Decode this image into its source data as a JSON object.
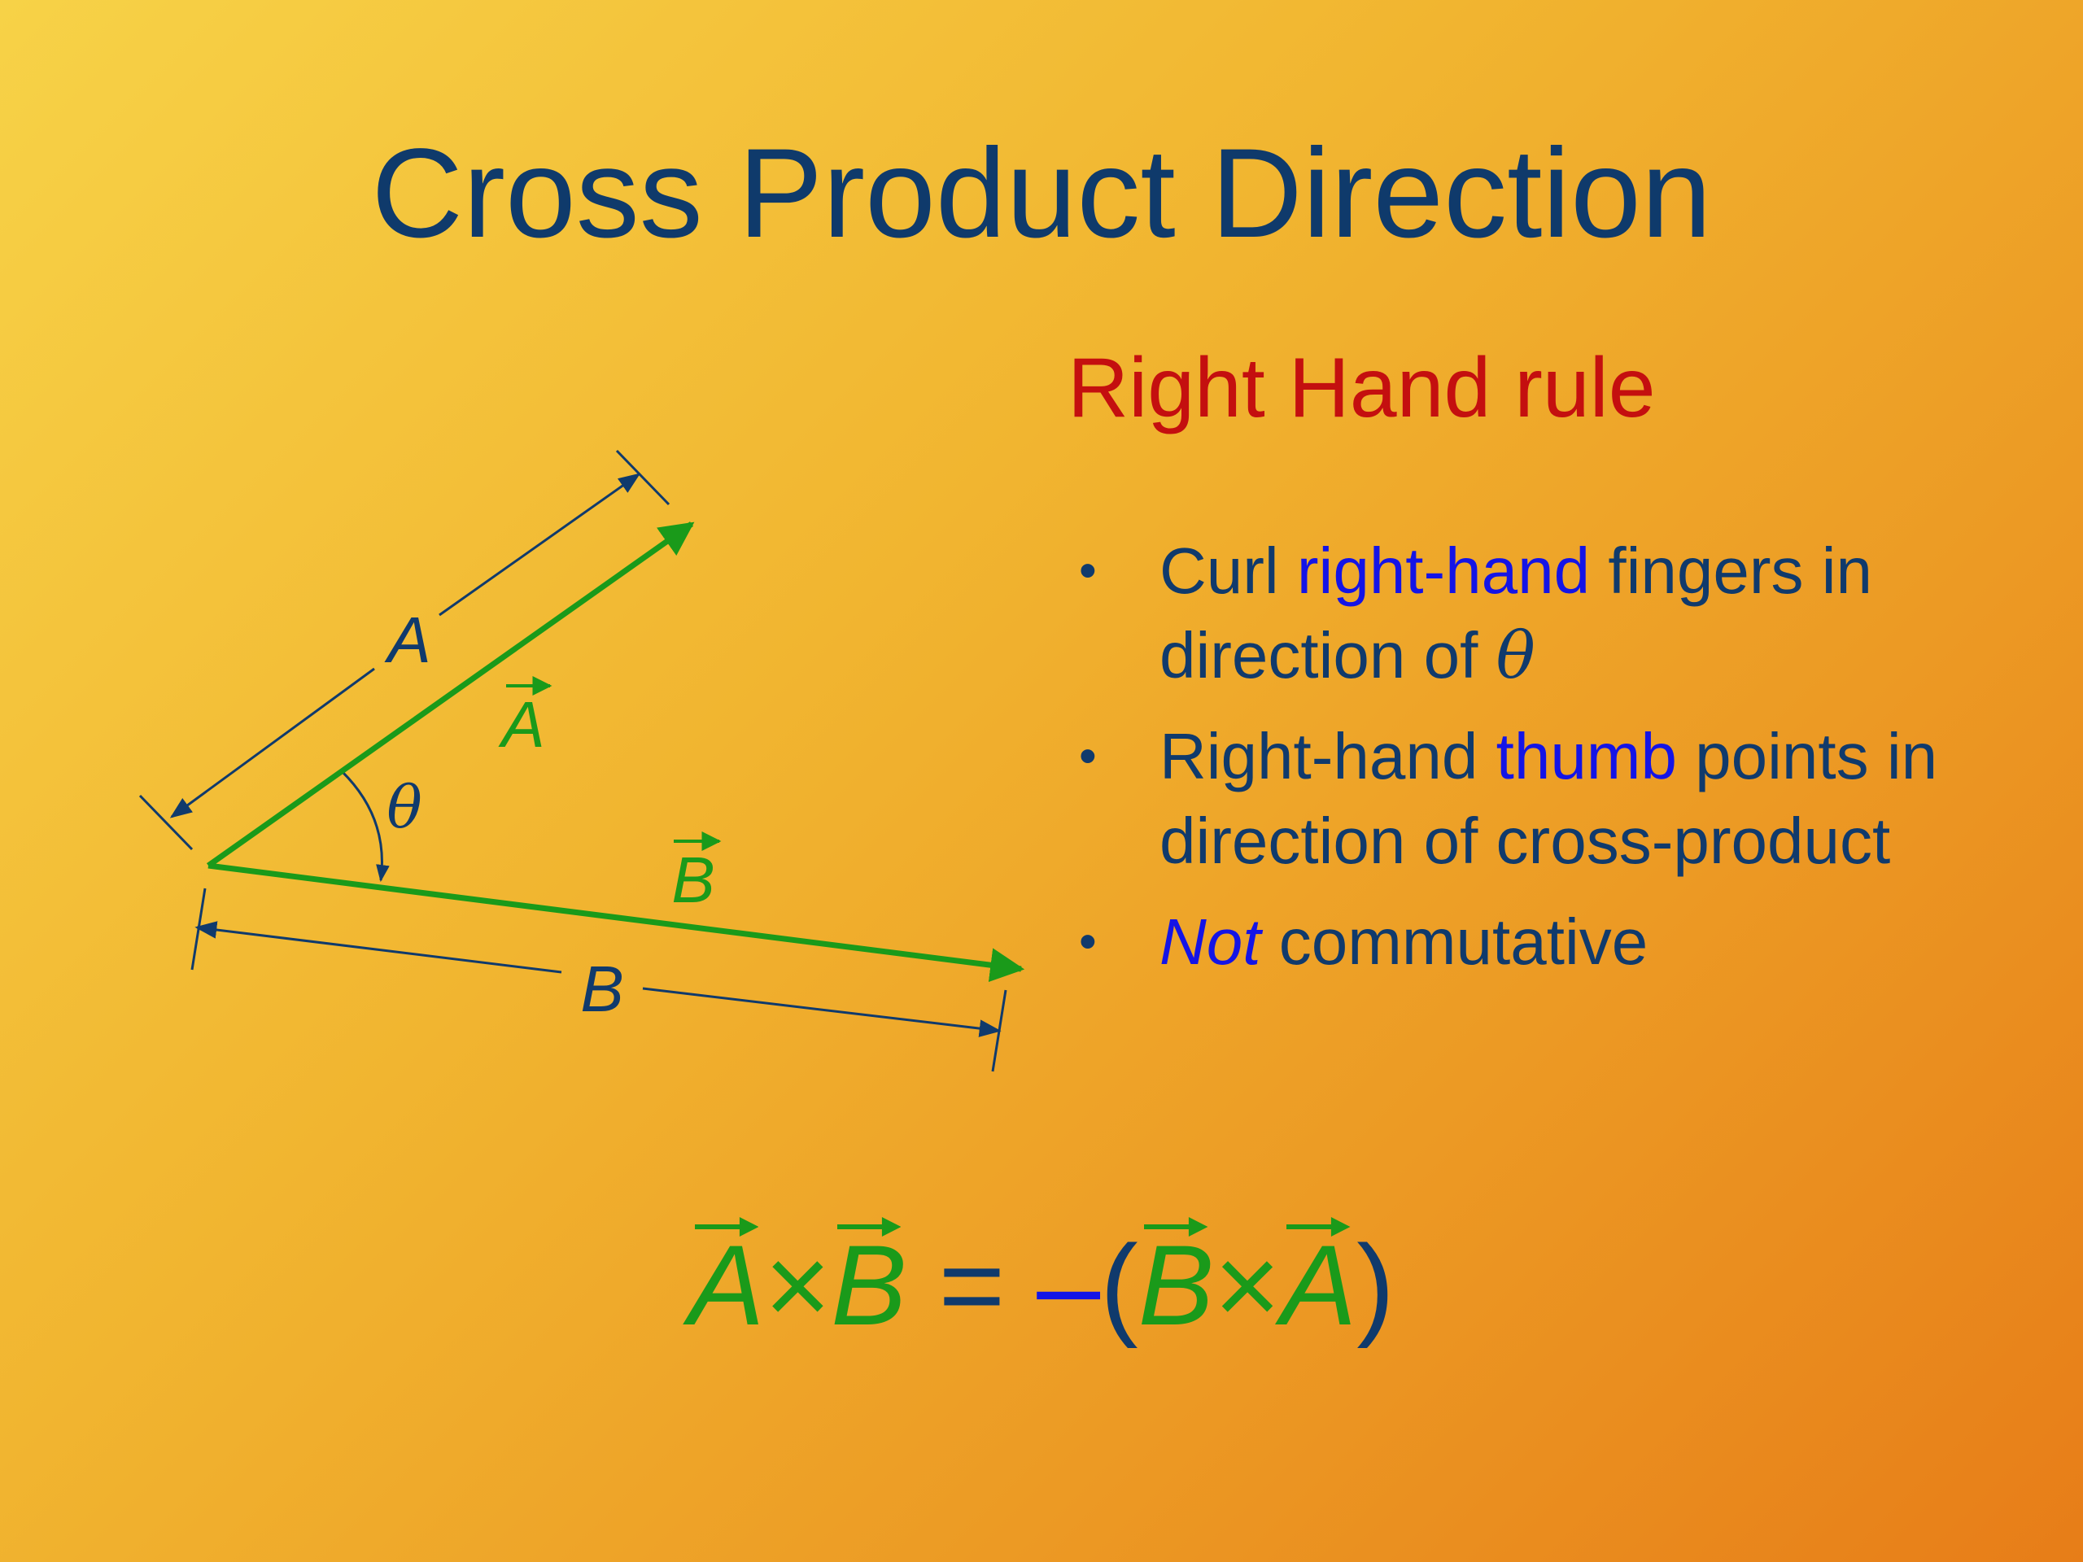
{
  "slide": {
    "title": "Cross Product Direction",
    "subtitle": "Right Hand rule"
  },
  "bullets": [
    {
      "parts": [
        "Curl ",
        "right-hand",
        " fingers in direction of ",
        "θ"
      ]
    },
    {
      "parts": [
        "Right-hand ",
        "thumb",
        " points in direction of cross-product"
      ]
    },
    {
      "parts": [
        "Not",
        " commutative"
      ]
    }
  ],
  "diagram": {
    "label_A_magnitude": "A",
    "label_B_magnitude": "B",
    "label_A_vector": "A",
    "label_B_vector": "B",
    "label_angle": "θ"
  },
  "equation": {
    "lhs_a": "A",
    "times1": "×",
    "lhs_b": "B",
    "equals": "=",
    "minus": "–",
    "lparen": "(",
    "rhs_b": "B",
    "times2": "×",
    "rhs_a": "A",
    "rparen": ")"
  },
  "colors": {
    "title": "#0f3a6b",
    "subtitle": "#c40f0f",
    "text": "#103a6c",
    "highlight": "#1414e6",
    "vector": "#1a9a1a",
    "dimension": "#103a6c"
  }
}
